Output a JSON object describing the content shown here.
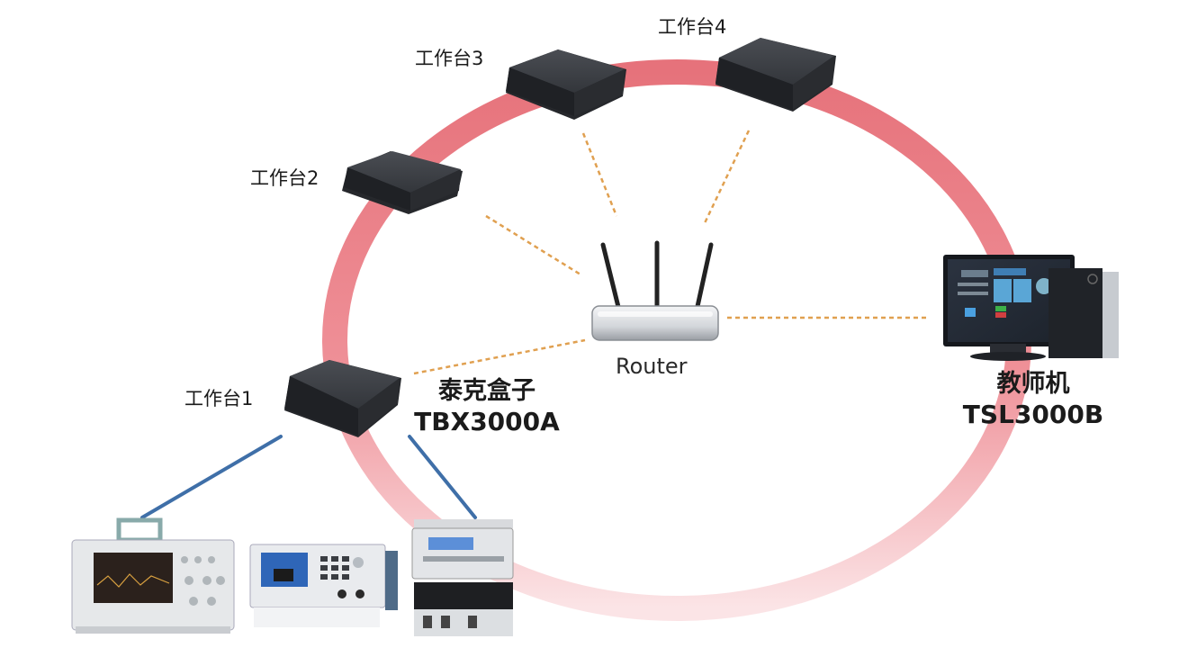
{
  "diagram": {
    "title": "Network topology: workstations, router and teacher PC",
    "colors": {
      "ring": "#e8707a",
      "wifi_link": "#e0a050",
      "wired_link": "#3f6fa8",
      "box_body": "#3a3d42"
    },
    "workstations": [
      {
        "label": "工作台1"
      },
      {
        "label": "工作台2"
      },
      {
        "label": "工作台3"
      },
      {
        "label": "工作台4"
      }
    ],
    "box_product": {
      "name": "泰克盒子",
      "model": "TBX3000A"
    },
    "router": {
      "label": "Router"
    },
    "teacher_pc": {
      "name": "教师机",
      "model": "TSL3000B"
    },
    "instruments": [
      {
        "name": "oscilloscope-icon"
      },
      {
        "name": "function-generator-icon"
      },
      {
        "name": "multimeter-and-power-supply-icon"
      }
    ],
    "links": [
      {
        "from": "工作台1",
        "to": "Router",
        "type": "wireless"
      },
      {
        "from": "工作台2",
        "to": "Router",
        "type": "wireless"
      },
      {
        "from": "工作台3",
        "to": "Router",
        "type": "wireless"
      },
      {
        "from": "工作台4",
        "to": "Router",
        "type": "wireless"
      },
      {
        "from": "教师机",
        "to": "Router",
        "type": "wireless"
      },
      {
        "from": "工作台1",
        "to": "oscilloscope",
        "type": "wired"
      },
      {
        "from": "工作台1",
        "to": "multimeter",
        "type": "wired"
      }
    ]
  }
}
